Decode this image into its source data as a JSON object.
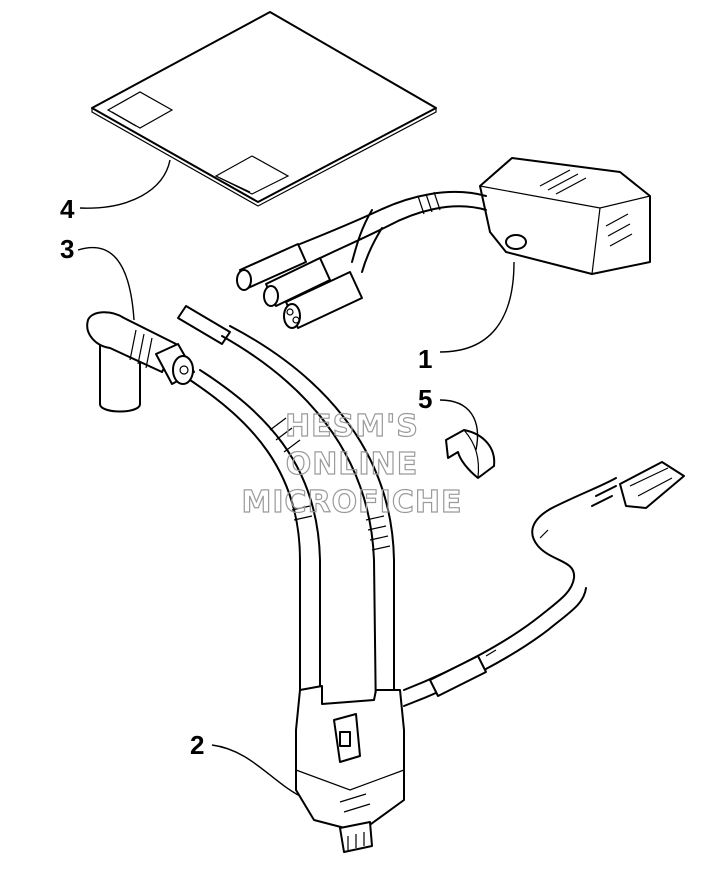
{
  "callouts": [
    {
      "id": "cdi-unit",
      "label": "1"
    },
    {
      "id": "ignition-coil",
      "label": "2"
    },
    {
      "id": "spark-plug-cap",
      "label": "3"
    },
    {
      "id": "decal-sheet",
      "label": "4"
    },
    {
      "id": "wire-clip",
      "label": "5"
    }
  ],
  "watermark": {
    "lines": [
      "HESM'S",
      "ONLINE",
      "MICROFICHE"
    ]
  },
  "colors": {
    "ink": "#000000",
    "paper": "#ffffff",
    "watermark": "#9a9a9a"
  }
}
